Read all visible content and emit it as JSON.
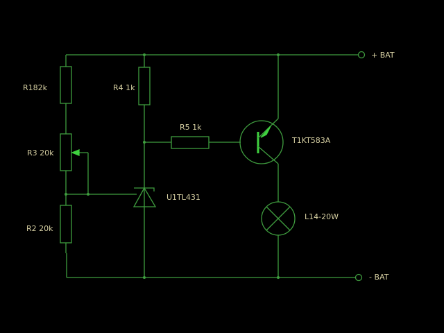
{
  "colors": {
    "wire": "#3f9d3f",
    "bright": "#3fd23f",
    "text": "#d6cfa2",
    "background": "#000000"
  },
  "components": {
    "r1": "R182k",
    "r4": "R4 1k",
    "r5": "R5 1k",
    "r3": "R3 20k",
    "u1": "U1TL431",
    "r2": "R2 20k",
    "t1": "T1KT583A",
    "l1": "L14-20W"
  },
  "terminals": {
    "plus": "+ BAT",
    "minus": "- BAT"
  }
}
